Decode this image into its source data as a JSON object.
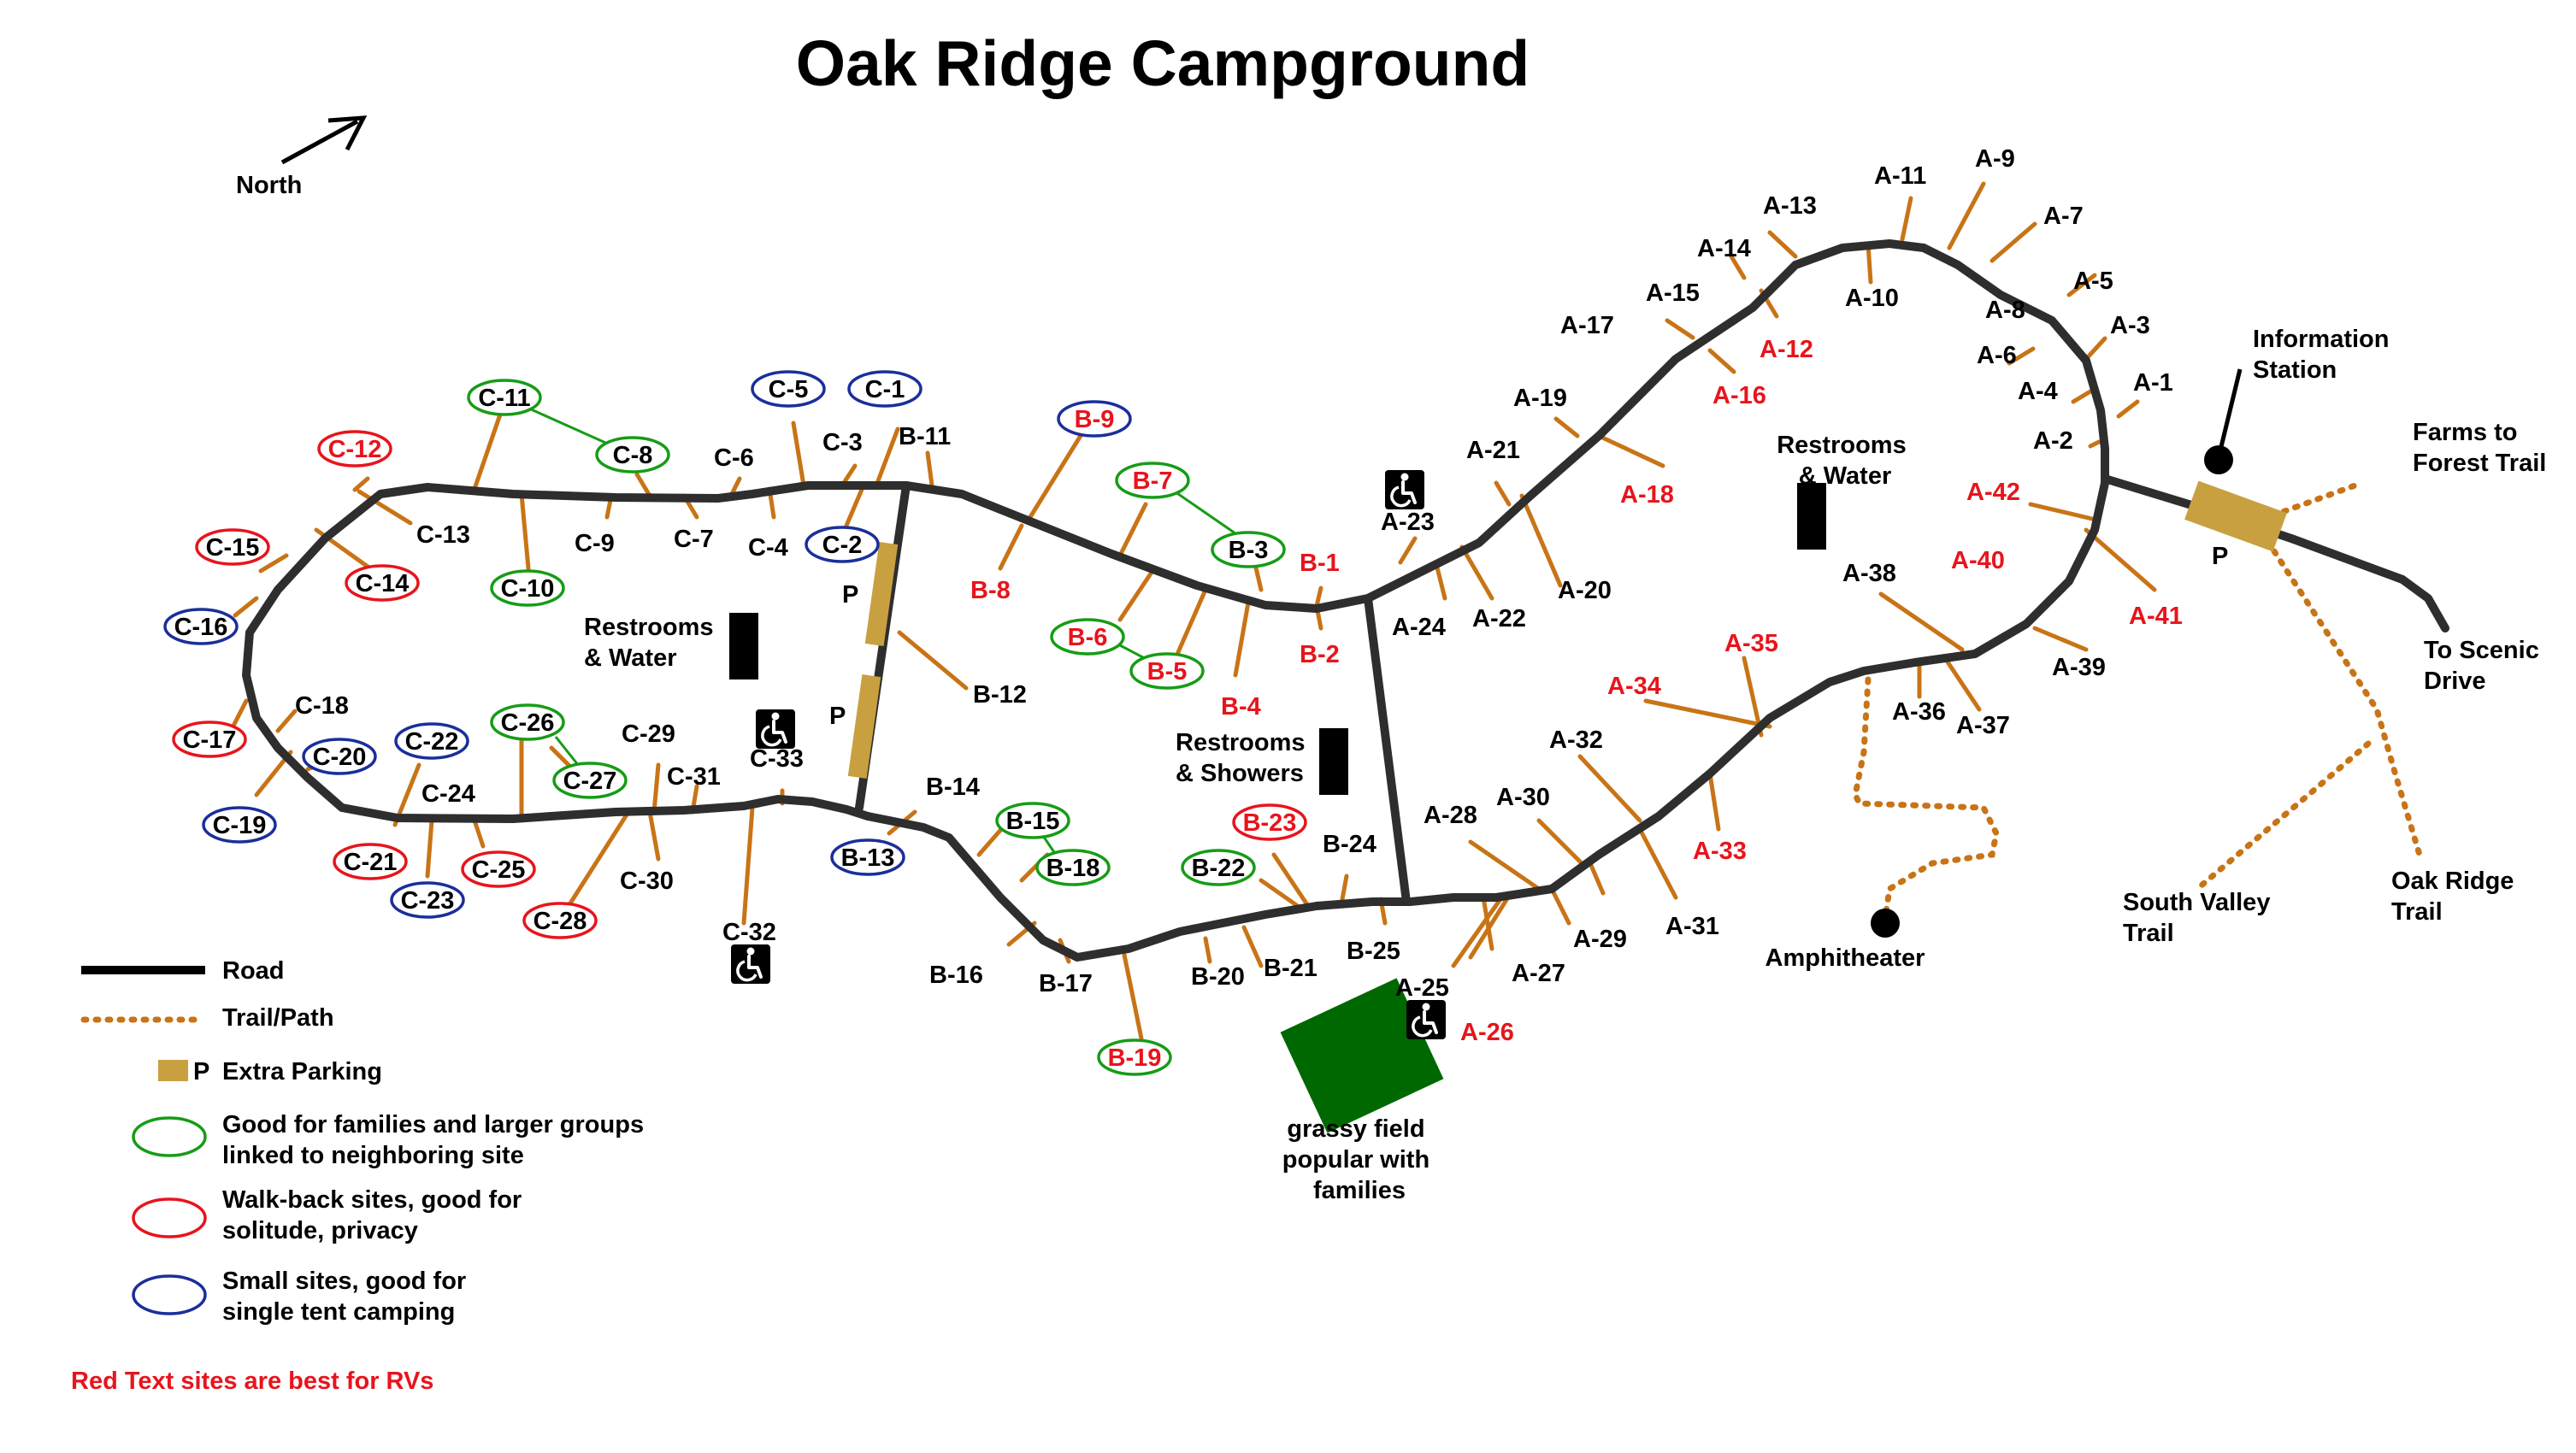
{
  "title": "Oak Ridge Campground",
  "north_label": "North",
  "sites": {
    "A-1": "A-1",
    "A-2": "A-2",
    "A-3": "A-3",
    "A-4": "A-4",
    "A-5": "A-5",
    "A-6": "A-6",
    "A-7": "A-7",
    "A-8": "A-8",
    "A-9": "A-9",
    "A-10": "A-10",
    "A-11": "A-11",
    "A-12": "A-12",
    "A-13": "A-13",
    "A-14": "A-14",
    "A-15": "A-15",
    "A-16": "A-16",
    "A-17": "A-17",
    "A-18": "A-18",
    "A-19": "A-19",
    "A-20": "A-20",
    "A-21": "A-21",
    "A-22": "A-22",
    "A-23": "A-23",
    "A-24": "A-24",
    "A-25": "A-25",
    "A-26": "A-26",
    "A-27": "A-27",
    "A-28": "A-28",
    "A-29": "A-29",
    "A-30": "A-30",
    "A-31": "A-31",
    "A-32": "A-32",
    "A-33": "A-33",
    "A-34": "A-34",
    "A-35": "A-35",
    "A-36": "A-36",
    "A-37": "A-37",
    "A-38": "A-38",
    "A-39": "A-39",
    "A-40": "A-40",
    "A-41": "A-41",
    "A-42": "A-42",
    "B-1": "B-1",
    "B-2": "B-2",
    "B-3": "B-3",
    "B-4": "B-4",
    "B-5": "B-5",
    "B-6": "B-6",
    "B-7": "B-7",
    "B-8": "B-8",
    "B-9": "B-9",
    "B-11": "B-11",
    "B-12": "B-12",
    "B-13": "B-13",
    "B-14": "B-14",
    "B-15": "B-15",
    "B-16": "B-16",
    "B-17": "B-17",
    "B-18": "B-18",
    "B-19": "B-19",
    "B-20": "B-20",
    "B-21": "B-21",
    "B-22": "B-22",
    "B-23": "B-23",
    "B-24": "B-24",
    "B-25": "B-25",
    "C-1": "C-1",
    "C-2": "C-2",
    "C-3": "C-3",
    "C-4": "C-4",
    "C-5": "C-5",
    "C-6": "C-6",
    "C-7": "C-7",
    "C-8": "C-8",
    "C-9": "C-9",
    "C-10": "C-10",
    "C-11": "C-11",
    "C-12": "C-12",
    "C-13": "C-13",
    "C-14": "C-14",
    "C-15": "C-15",
    "C-16": "C-16",
    "C-17": "C-17",
    "C-18": "C-18",
    "C-19": "C-19",
    "C-20": "C-20",
    "C-21": "C-21",
    "C-22": "C-22",
    "C-23": "C-23",
    "C-24": "C-24",
    "C-25": "C-25",
    "C-26": "C-26",
    "C-27": "C-27",
    "C-28": "C-28",
    "C-29": "C-29",
    "C-30": "C-30",
    "C-31": "C-31",
    "C-32": "C-32",
    "C-33": "C-33"
  },
  "places": {
    "restrooms_water_c": [
      "Restrooms",
      "& Water"
    ],
    "restrooms_showers_b": [
      "Restrooms",
      "& Showers"
    ],
    "restrooms_water_a": [
      "Restrooms",
      "& Water"
    ],
    "information_station": [
      "Information",
      "Station"
    ],
    "farms_to_forest_trail": [
      "Farms to",
      "Forest Trail"
    ],
    "to_scenic_drive": [
      "To Scenic",
      "Drive"
    ],
    "south_valley_trail": [
      "South Valley",
      "Trail"
    ],
    "oak_ridge_trail": [
      "Oak Ridge",
      "Trail"
    ],
    "amphitheater": "Amphitheater",
    "grassy_field": [
      "grassy field",
      "popular with",
      "families"
    ],
    "parking_marker": "P"
  },
  "legend": {
    "road": "Road",
    "trail": "Trail/Path",
    "parking_marker": "P",
    "parking": "Extra Parking",
    "family": [
      "Good for families and larger groups",
      "linked to neighboring site"
    ],
    "walkback": [
      "Walk-back sites, good for",
      "solitude, privacy"
    ],
    "small": [
      "Small sites, good for",
      "single tent camping"
    ],
    "rv_note": "Red Text sites are best for RVs"
  },
  "colors": {
    "road": "#2e2e2e",
    "spur_and_trail": "#c87416",
    "family_oval": "#169c16",
    "walkback_oval": "#e8141c",
    "small_oval": "#1a2f9a",
    "rv_text": "#e8141c",
    "parking": "#c8a040",
    "accessible_icon": "#0a2dd8",
    "grassy_field": "#006800"
  },
  "icons": [
    "north-arrow-icon",
    "accessible-icon",
    "information-marker-icon",
    "amphitheater-marker-icon",
    "restroom-building-icon",
    "parking-area-icon",
    "grassy-field-icon"
  ]
}
